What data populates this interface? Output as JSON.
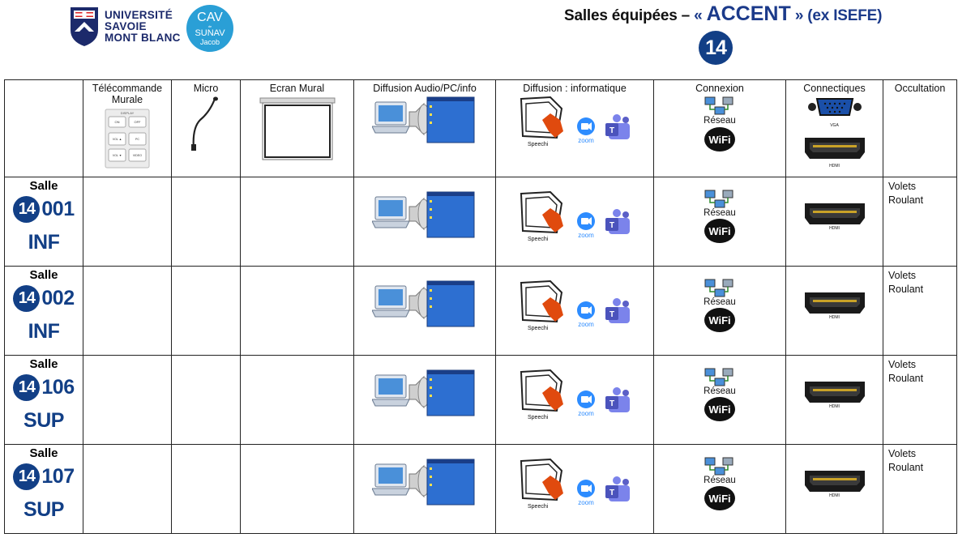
{
  "header": {
    "university_lines": [
      "UNIVERSITÉ",
      "SAVOIE",
      "MONT BLANC"
    ],
    "cav_logo": {
      "top": "CAV",
      "small": "de",
      "mid": "SUNAV",
      "bottom": "Jacob"
    },
    "title": {
      "prefix": "Salles équipées – ",
      "quote_open": "« ",
      "accent": "ACCENT",
      "quote_close": " »",
      "suffix": " (ex ISEFE)"
    },
    "building_badge": "14"
  },
  "table": {
    "columns": [
      {
        "key": "salle",
        "label": ""
      },
      {
        "key": "telecommande",
        "label": "Télécommande Murale"
      },
      {
        "key": "micro",
        "label": "Micro"
      },
      {
        "key": "ecran",
        "label": "Ecran Mural"
      },
      {
        "key": "diffusion",
        "label": "Diffusion Audio/PC/info"
      },
      {
        "key": "diffusion_info",
        "label": "Diffusion : informatique"
      },
      {
        "key": "connexion",
        "label": "Connexion"
      },
      {
        "key": "connectiques",
        "label": "Connectiques"
      },
      {
        "key": "occultation",
        "label": "Occultation"
      }
    ],
    "header_icons": {
      "remote_labels": [
        "DISPLAY",
        "ON",
        "OFF",
        "VOL ▲",
        "PC",
        "VOL ▼",
        "VIDEO"
      ],
      "speechi": "Speechi",
      "zoom": "zoom",
      "reseau": "Réseau",
      "wifi": "WiFi",
      "vga": "VGA",
      "hdmi": "HDMI"
    },
    "rows": [
      {
        "salle_label": "Salle",
        "badge": "14",
        "number": "001",
        "type": "INF",
        "occultation": [
          "Volets",
          "Roulant"
        ]
      },
      {
        "salle_label": "Salle",
        "badge": "14",
        "number": "002",
        "type": "INF",
        "occultation": [
          "Volets",
          "Roulant"
        ]
      },
      {
        "salle_label": "Salle",
        "badge": "14",
        "number": "106",
        "type": "SUP",
        "occultation": [
          "Volets",
          "Roulant"
        ]
      },
      {
        "salle_label": "Salle",
        "badge": "14",
        "number": "107",
        "type": "SUP",
        "occultation": [
          "Volets",
          "Roulant"
        ]
      }
    ]
  },
  "colors": {
    "brand_blue": "#123f86",
    "accent_blue": "#1b3a8a",
    "cav_blue": "#2a9fd6",
    "zoom_blue": "#2d8cff",
    "teams_purple": "#5b5fc7",
    "speechi_orange": "#e04a0e"
  }
}
